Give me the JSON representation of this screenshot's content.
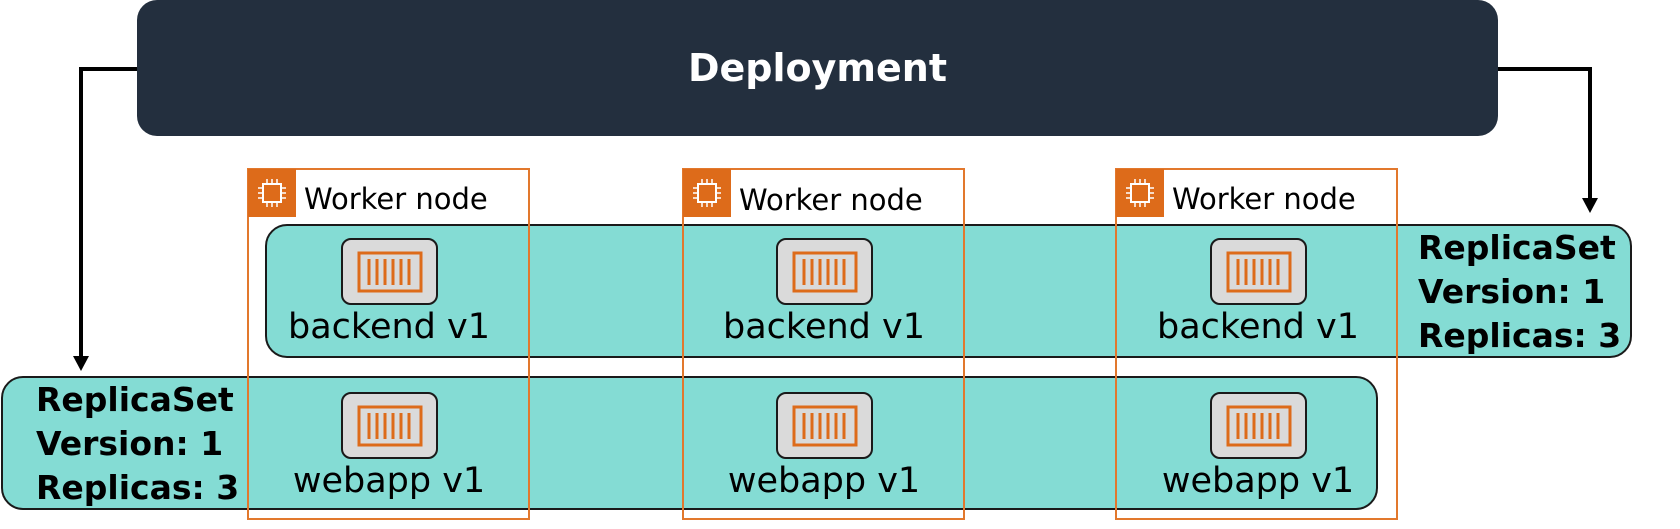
{
  "deployment": {
    "title": "Deployment"
  },
  "replicasets": [
    {
      "line1": "ReplicaSet",
      "line2": "Version: 1",
      "line3": "Replicas: 3"
    },
    {
      "line1": "ReplicaSet",
      "line2": "Version: 1",
      "line3": "Replicas: 3"
    }
  ],
  "nodes": [
    {
      "label": "Worker node"
    },
    {
      "label": "Worker node"
    },
    {
      "label": "Worker node"
    }
  ],
  "pods": {
    "backend": [
      "backend v1",
      "backend v1",
      "backend v1"
    ],
    "webapp": [
      "webapp v1",
      "webapp v1",
      "webapp v1"
    ]
  },
  "icons": {
    "node": "ec2-chip-icon",
    "pod": "container-icon"
  },
  "colors": {
    "deployment": "#232f3e",
    "replicaset": "#84dcd4",
    "node_border": "#e2782d",
    "chip": "#dd6b1a",
    "pod": "#dadada"
  }
}
